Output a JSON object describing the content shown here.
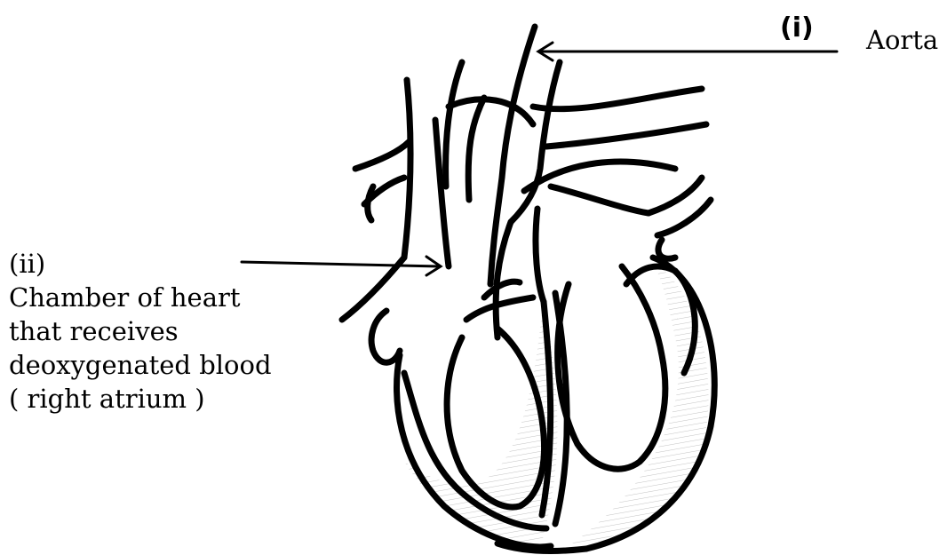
{
  "labels": {
    "part_i": {
      "marker": "(i)",
      "text": "Aorta"
    },
    "part_ii": {
      "marker": "(ii)",
      "lines": [
        "Chamber of heart",
        "that receives",
        "deoxygenated blood",
        "( right atrium )"
      ]
    }
  },
  "colors": {
    "ink": "#000000",
    "shading": "#cfcfcf",
    "background": "#ffffff"
  }
}
